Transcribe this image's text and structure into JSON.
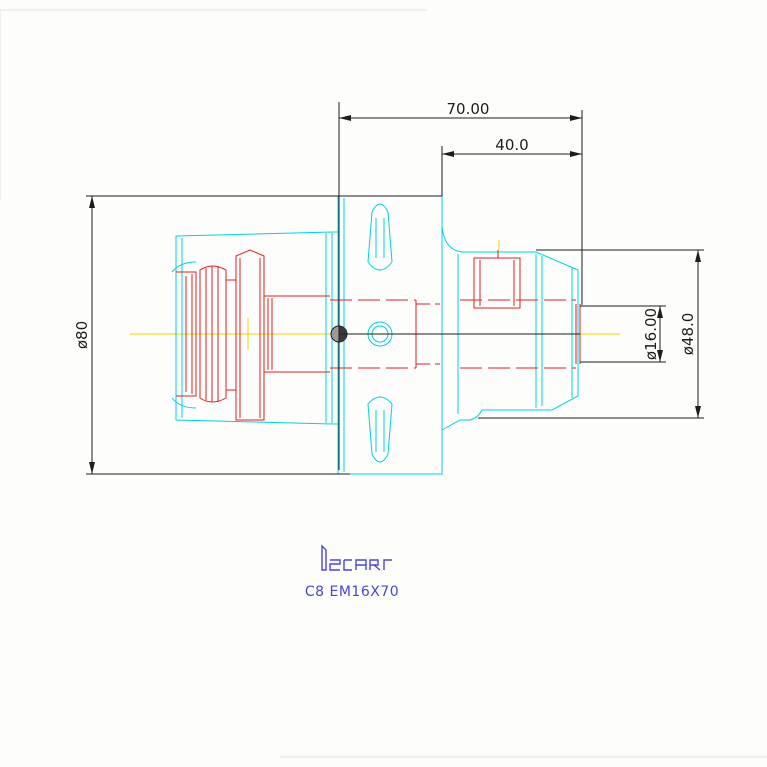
{
  "drawing": {
    "dimensions": {
      "length_total": "70.00",
      "length_projection": "40.0",
      "diameter_flange": "ø80",
      "diameter_bore": "ø16.00",
      "diameter_body": "ø48.0"
    },
    "logo_text": "ISCAR",
    "part_code": "C8  EM16X70"
  },
  "colors": {
    "background": "#fdfdfb",
    "outline": "#00d2dc",
    "hidden": "#e02020",
    "dimension": "#1d1d1d",
    "centerline": "#e8d800",
    "caption": "#4a46d8"
  }
}
